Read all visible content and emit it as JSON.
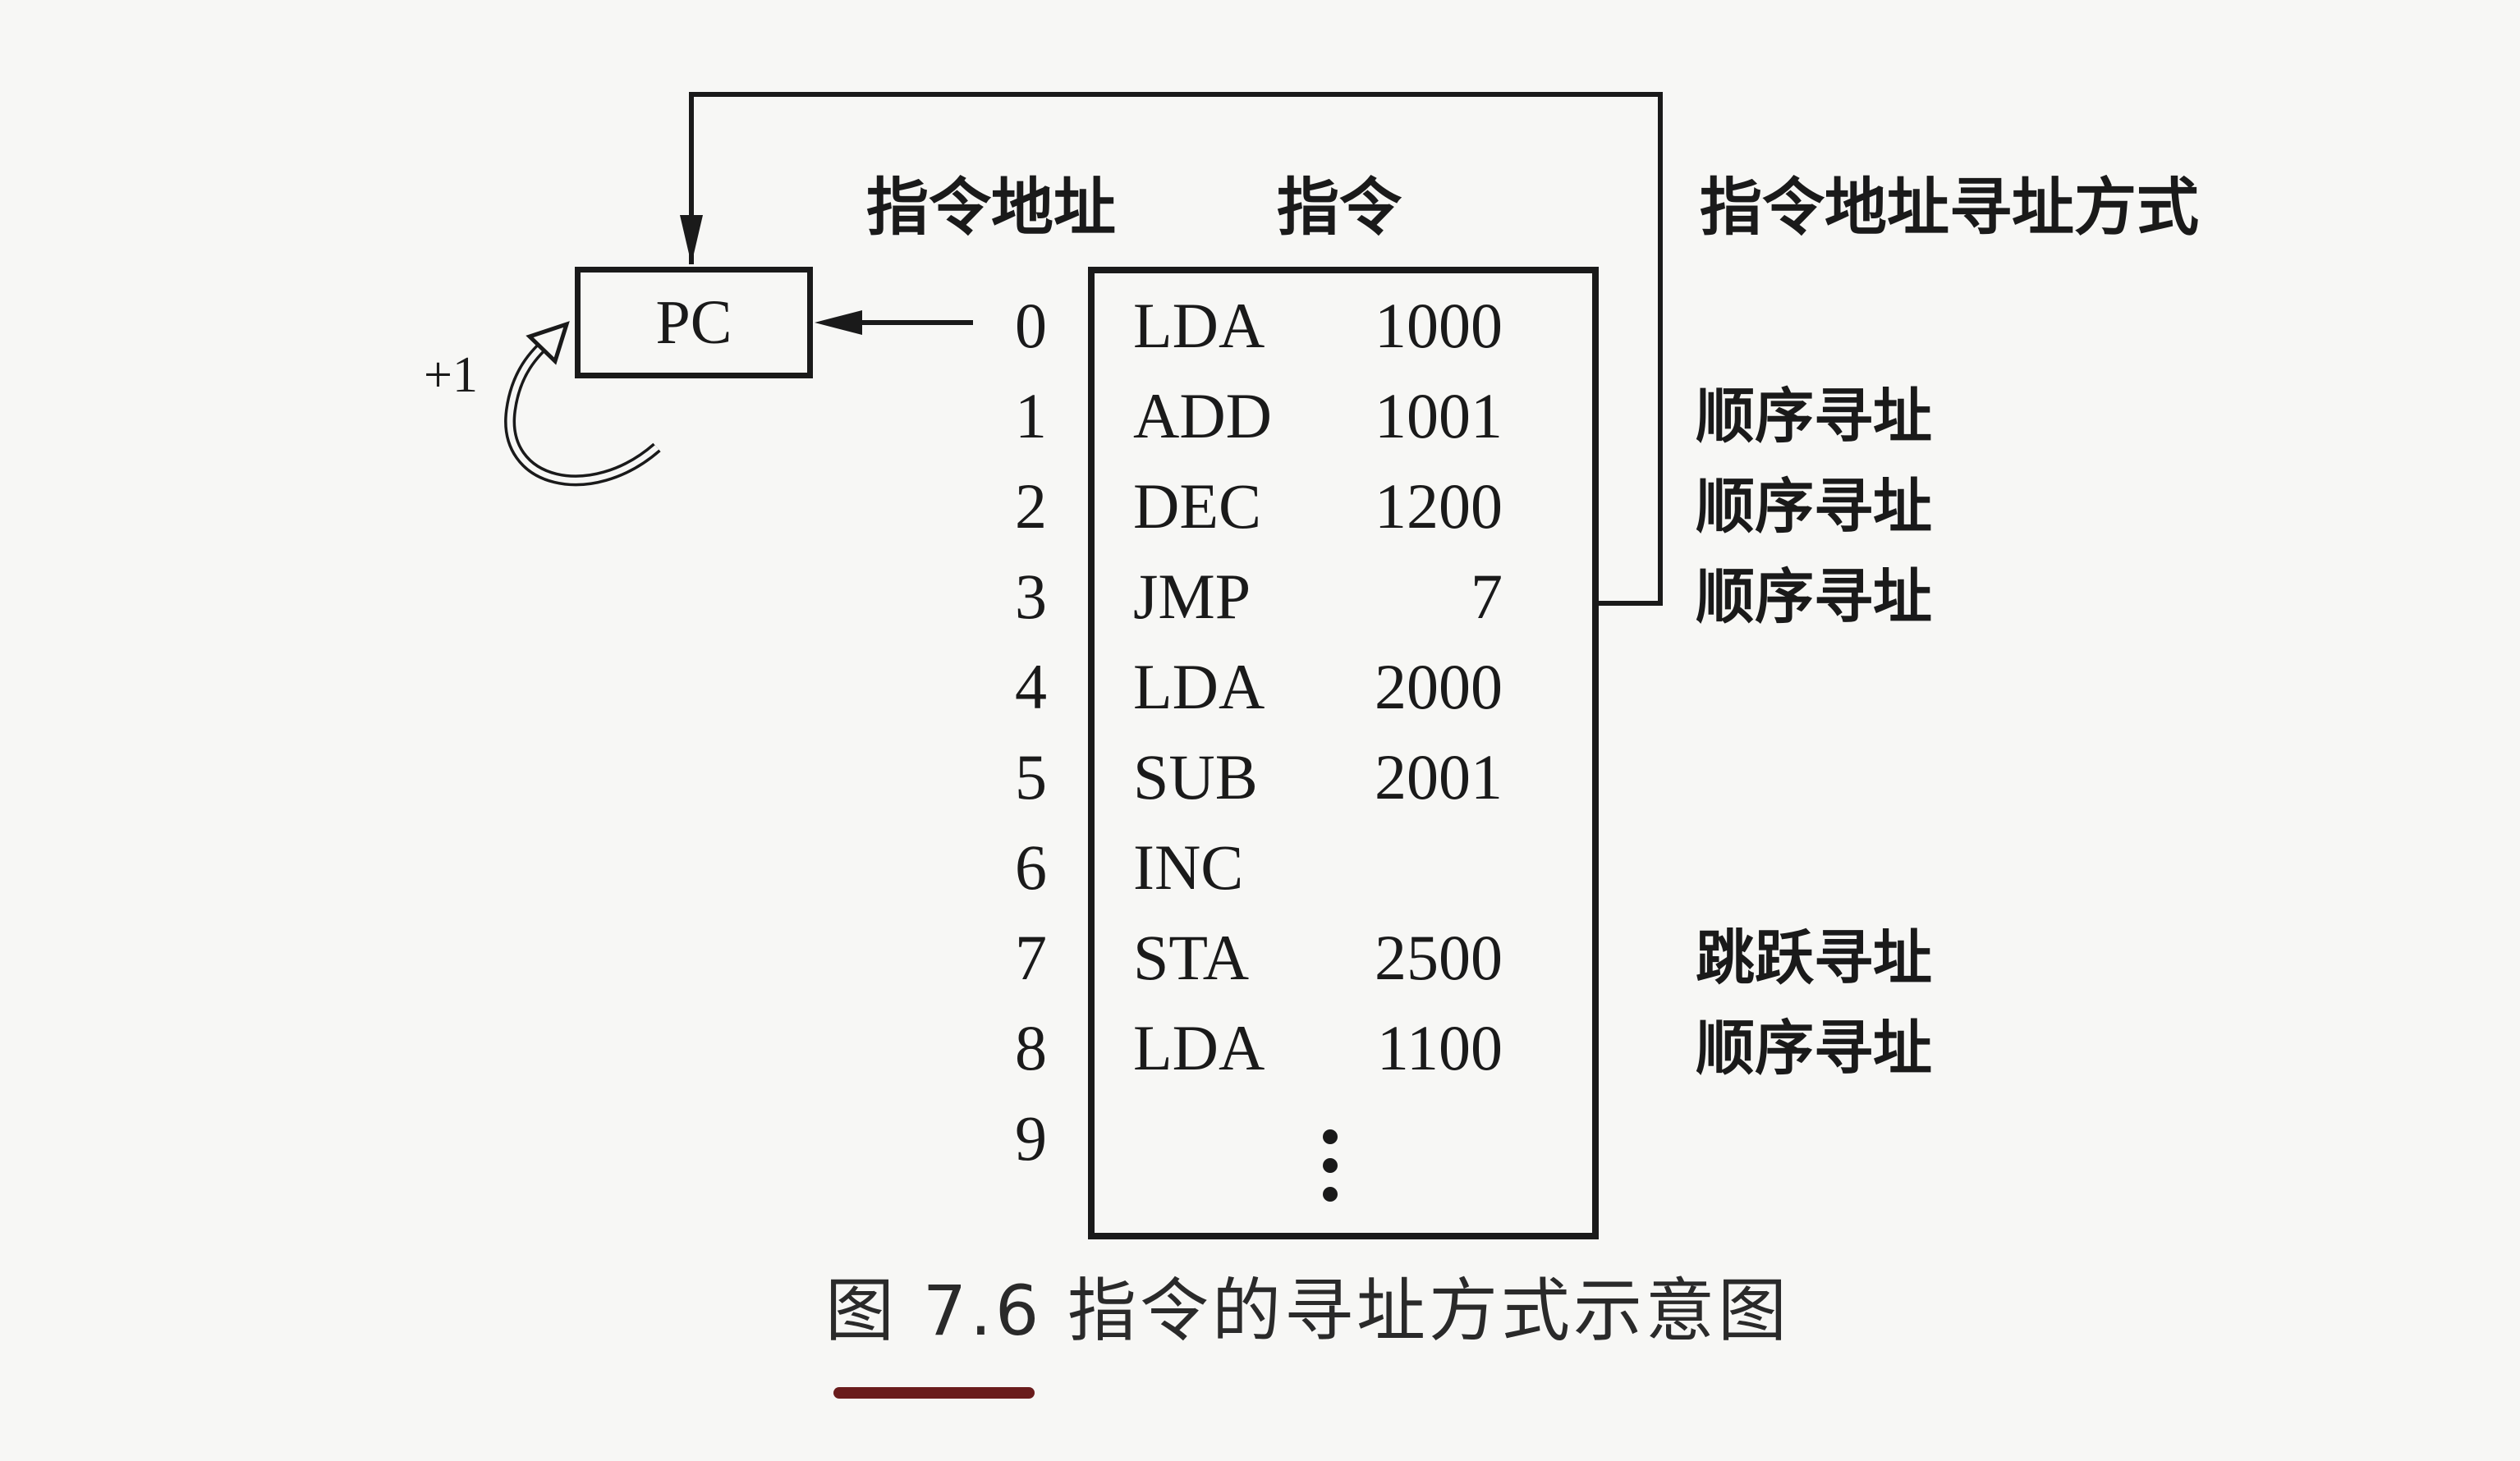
{
  "headers": {
    "address": "指令地址",
    "instruction": "指令",
    "addressing_mode": "指令地址寻址方式"
  },
  "pc": {
    "label": "PC",
    "increment": "+1"
  },
  "memory": [
    {
      "address": "0",
      "opcode": "LDA",
      "operand": "1000",
      "mode": ""
    },
    {
      "address": "1",
      "opcode": "ADD",
      "operand": "1001",
      "mode": "顺序寻址"
    },
    {
      "address": "2",
      "opcode": "DEC",
      "operand": "1200",
      "mode": "顺序寻址"
    },
    {
      "address": "3",
      "opcode": "JMP",
      "operand": "7",
      "mode": "顺序寻址"
    },
    {
      "address": "4",
      "opcode": "LDA",
      "operand": "2000",
      "mode": ""
    },
    {
      "address": "5",
      "opcode": "SUB",
      "operand": "2001",
      "mode": ""
    },
    {
      "address": "6",
      "opcode": "INC",
      "operand": "",
      "mode": ""
    },
    {
      "address": "7",
      "opcode": "STA",
      "operand": "2500",
      "mode": "跳跃寻址"
    },
    {
      "address": "8",
      "opcode": "LDA",
      "operand": "1100",
      "mode": "顺序寻址"
    },
    {
      "address": "9",
      "opcode": "",
      "operand": "",
      "mode": ""
    }
  ],
  "caption": "图 7.6   指令的寻址方式示意图"
}
